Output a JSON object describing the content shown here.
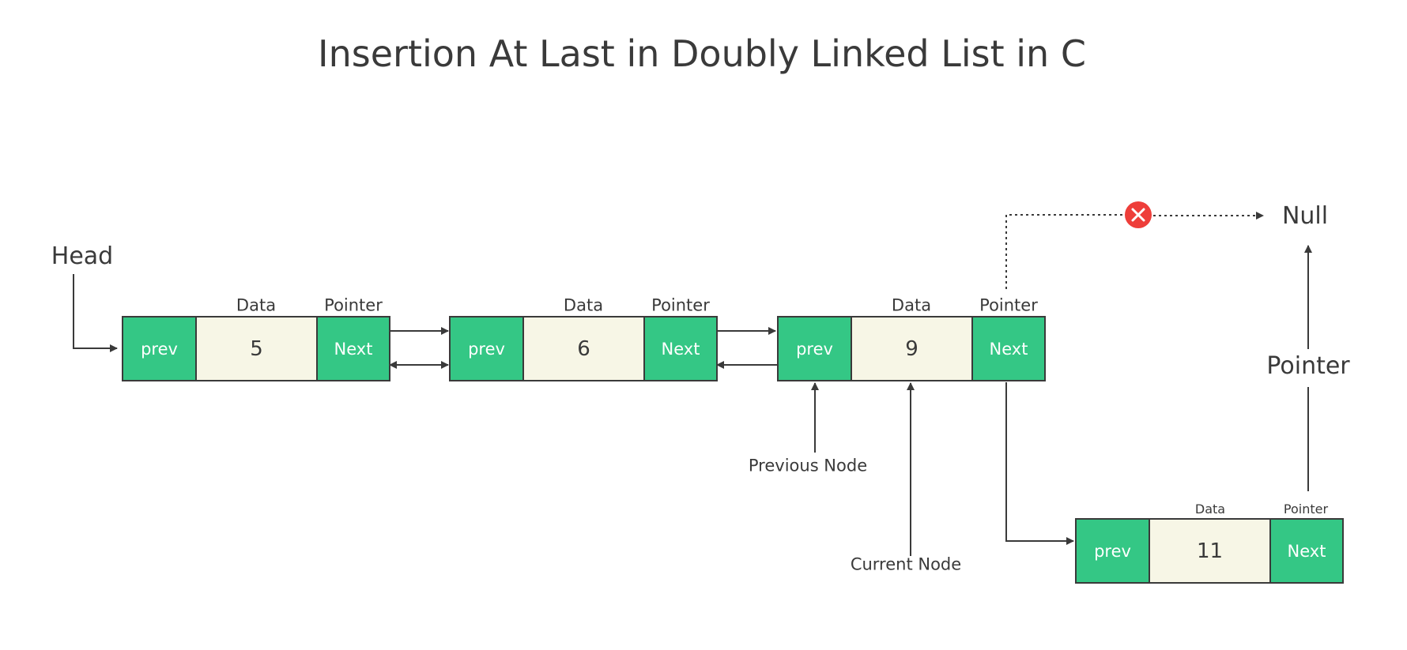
{
  "title": "Insertion At Last in Doubly Linked List in C",
  "head_label": "Head",
  "null_label": "Null",
  "pointer_label_large": "Pointer",
  "previous_node_label": "Previous Node",
  "current_node_label": "Current Node",
  "remove_icon": "close-icon",
  "colors": {
    "node_green": "#34c785",
    "data_bg": "#f7f6e6",
    "stroke": "#3a3a3a",
    "remove_red": "#ee3e3a"
  },
  "nodes": [
    {
      "prev": "prev",
      "data": "5",
      "next": "Next",
      "data_header": "Data",
      "pointer_header": "Pointer"
    },
    {
      "prev": "prev",
      "data": "6",
      "next": "Next",
      "data_header": "Data",
      "pointer_header": "Pointer"
    },
    {
      "prev": "prev",
      "data": "9",
      "next": "Next",
      "data_header": "Data",
      "pointer_header": "Pointer"
    },
    {
      "prev": "prev",
      "data": "11",
      "next": "Next",
      "data_header": "Data",
      "pointer_header": "Pointer"
    }
  ]
}
